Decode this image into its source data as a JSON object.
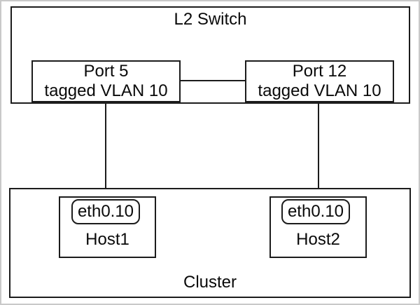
{
  "colors": {
    "line": "#1c1c1c",
    "frame": "#c9c9c9",
    "background": "#ffffff",
    "text": "#0a0a0a"
  },
  "switch": {
    "title": "L2 Switch",
    "ports": [
      {
        "name": "Port 5",
        "tagging": "tagged VLAN 10"
      },
      {
        "name": "Port 12",
        "tagging": "tagged VLAN 10"
      }
    ]
  },
  "cluster": {
    "title": "Cluster",
    "hosts": [
      {
        "name": "Host1",
        "interface": "eth0.10"
      },
      {
        "name": "Host2",
        "interface": "eth0.10"
      }
    ]
  }
}
